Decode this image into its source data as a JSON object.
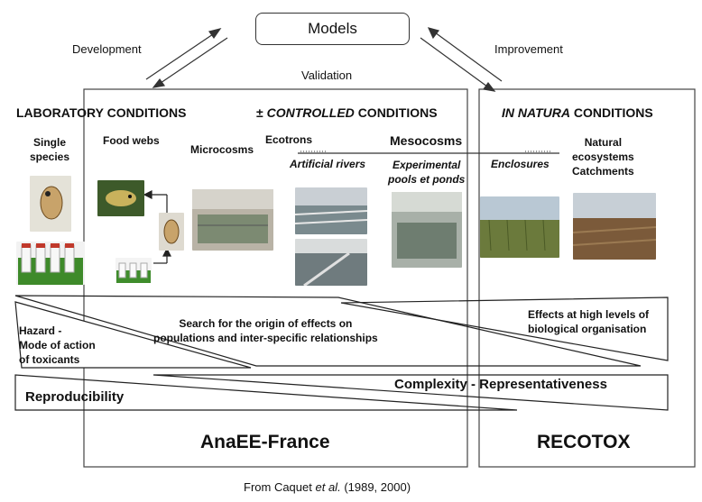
{
  "top": {
    "models": "Models",
    "development": "Development",
    "improvement": "Improvement",
    "validation": "Validation"
  },
  "headers": {
    "laboratory_1": "LABORATORY",
    "laboratory_2": "CONDITIONS",
    "controlled_prefix": "±",
    "controlled_italic": "CONTROLLED",
    "controlled_suffix": "CONDITIONS",
    "in_natura_italic": "IN NATURA",
    "in_natura_suffix": "CONDITIONS"
  },
  "systems": {
    "single_species": "Single\nspecies",
    "food_webs": "Food webs",
    "microcosms": "Microcosms",
    "ecotrons": "Ecotrons",
    "mesocosms": "Mesocosms",
    "artificial_rivers": "Artificial rivers",
    "experimental_pools": "Experimental\npools et ponds",
    "enclosures": "Enclosures",
    "natural": "Natural\necosystems\nCatchments"
  },
  "effects": {
    "hazard": "Hazard -\nMode of action\nof toxicants",
    "search": "Search for the origin of effects on\npopulations and inter-specific relationships",
    "high_levels": "Effects at high levels of\nbiological organisation",
    "complexity": "Complexity  -  Representativeness",
    "reproducibility": "Reproducibility"
  },
  "bottom": {
    "anaee": "AnaEE-France",
    "recotox": "RECOTOX",
    "source_from": "From Caquet",
    "source_etal": "et al.",
    "source_years": "(1989, 2000)"
  }
}
